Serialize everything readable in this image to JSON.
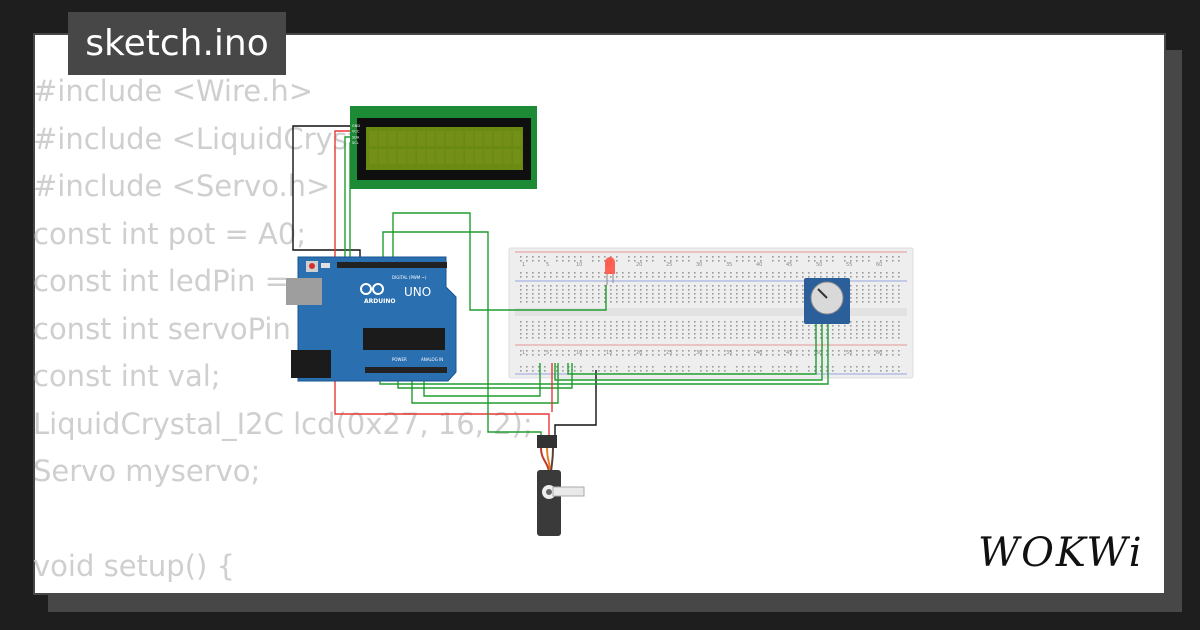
{
  "title_tab": {
    "label": "sketch.ino"
  },
  "code_lines": [
    "#include <Wire.h>",
    "#include <LiquidCrystal_I2C.h>",
    "#include <Servo.h>",
    "const int pot = A0;",
    "const int ledPin = 11;",
    "const int servoPin = 9;",
    "const int val;",
    "LiquidCrystal_I2C lcd(0x27, 16, 2);",
    "Servo myservo;",
    "",
    "void setup() {"
  ],
  "arduino": {
    "brand": "ARDUINO",
    "model": "UNO",
    "digital_label": "DIGITAL (PWM ~)",
    "power_label": "POWER",
    "analog_label": "ANALOG IN"
  },
  "lcd": {
    "pin_labels": [
      "GND",
      "VCC",
      "SDA",
      "SCL"
    ]
  },
  "breadboard": {
    "column_numbers": [
      "1",
      "5",
      "10",
      "15",
      "20",
      "25",
      "30",
      "35",
      "40",
      "45",
      "50",
      "55",
      "60"
    ]
  },
  "logo": {
    "text": "WOKWi"
  },
  "colors": {
    "wire_black": "#111111",
    "wire_red": "#e53935",
    "wire_green": "#1f9d2f",
    "arduino_blue": "#2a6fb0",
    "lcd_pcb": "#1d8a35",
    "lcd_screen": "#6b8a11",
    "breadboard": "#eeeeee"
  }
}
